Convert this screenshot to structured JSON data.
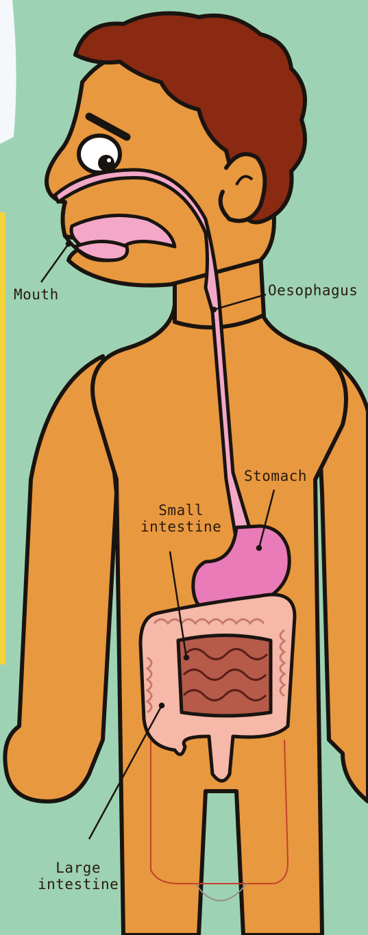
{
  "labels": {
    "mouth": "Mouth",
    "oesophagus": "Oesophagus",
    "stomach": "Stomach",
    "small_intestine": "Small\nintestine",
    "large_intestine": "Large\nintestine"
  },
  "colors": {
    "background": "#9dd3b4",
    "skin": "#e8983f",
    "hair": "#8a2a12",
    "digestive_tract": "#f3a8c8",
    "stomach": "#e97bb8",
    "large_intestine": "#f6b8a8",
    "small_intestine": "#b65a4a",
    "outline": "#1a1410"
  }
}
